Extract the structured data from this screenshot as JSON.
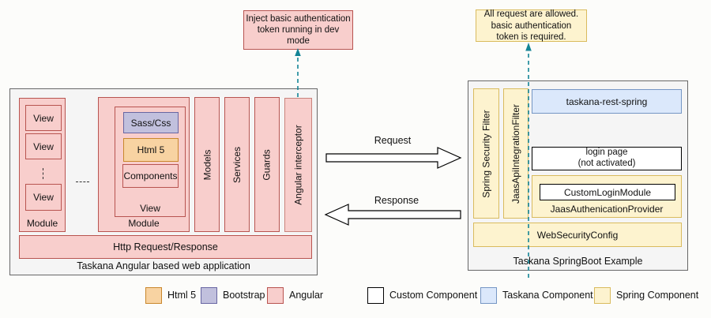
{
  "colors": {
    "background": "#fcfcfa",
    "text": "#111111",
    "angular_fill": "#f8cecc",
    "angular_stroke": "#b85450",
    "angular_stroke_light": "#c9837c",
    "html5_fill": "#f8d3a2",
    "html5_stroke": "#c9872c",
    "bootstrap_fill": "#c1c0dd",
    "bootstrap_stroke": "#6866a2",
    "taskana_fill": "#dbe8fb",
    "taskana_stroke": "#7596c4",
    "spring_fill": "#fdf3cf",
    "spring_stroke": "#d9bb5e",
    "custom_fill": "#ffffff",
    "custom_stroke": "#000000",
    "container_fill": "#f5f5f5",
    "container_stroke": "#676767",
    "teal": "#138496"
  },
  "callout_left": {
    "text": "Inject basic authentication\ntoken running in dev\nmode"
  },
  "callout_right": {
    "text": "All request are allowed.\nbasic authentication\ntoken is required."
  },
  "arrows": {
    "request_label": "Request",
    "response_label": "Response"
  },
  "angular_app": {
    "title": "Taskana Angular based web application",
    "module1": {
      "label": "Module",
      "views": [
        "View",
        "View",
        "View"
      ]
    },
    "module2": {
      "label": "Module",
      "view": {
        "label": "View",
        "children": [
          "Sass/Css",
          "Html 5",
          "Components"
        ]
      }
    },
    "columns": [
      "Models",
      "Services",
      "Guards",
      "Angular interceptor"
    ],
    "http_bar": "Http Request/Response"
  },
  "spring_app": {
    "title": "Taskana SpringBoot Example",
    "filters": [
      "Spring Security Filter",
      "JaasApiIntegrationFilter"
    ],
    "rest_component": "taskana-rest-spring",
    "login_page": "login page\n(not activated)",
    "provider": {
      "label": "JaasAuthenicationProvider",
      "module": "CustomLoginModule"
    },
    "web_security": "WebSecurityConfig"
  },
  "legend": {
    "items": [
      {
        "label": "Html 5"
      },
      {
        "label": "Bootstrap"
      },
      {
        "label": "Angular"
      },
      {
        "label": "Custom Component"
      },
      {
        "label": "Taskana Component"
      },
      {
        "label": "Spring Component"
      }
    ]
  }
}
